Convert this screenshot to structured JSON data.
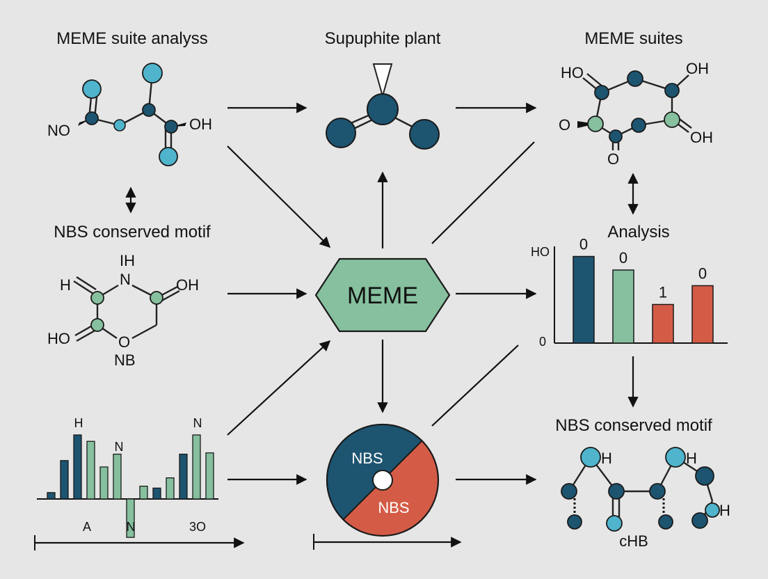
{
  "colors": {
    "background": "#e6e6e6",
    "dark_teal": "#1d5470",
    "light_blue": "#4fb4cc",
    "sage": "#86c09e",
    "red": "#d45c47",
    "black": "#111111"
  },
  "top_left": {
    "title": "MEME suite analyss",
    "atoms": {
      "no": "NO",
      "oh": "OH"
    }
  },
  "top_center": {
    "title": "Supuphite plant"
  },
  "top_right": {
    "title": "MEME suites",
    "atoms": {
      "ho": "HO",
      "oh_top": "OH",
      "o_left": "O",
      "o_bottom": "O",
      "oh_right": "OH"
    }
  },
  "mid_left": {
    "title": "NBS conserved motif",
    "atoms": {
      "ih": "IH",
      "n": "N",
      "h": "H",
      "oh": "OH",
      "ho": "HO",
      "o": "O",
      "nb": "NB"
    }
  },
  "center": {
    "hub_label": "MEME"
  },
  "mid_right": {
    "title": "Analysis",
    "chart_data": {
      "type": "bar",
      "ylabel": "HO",
      "y_zero_label": "0",
      "values": [
        0.83,
        0.7,
        0.37,
        0.55
      ],
      "value_labels": [
        "0",
        "0",
        "1",
        "0"
      ],
      "series_colors": [
        "#1d5470",
        "#86c09e",
        "#d45c47",
        "#d45c47"
      ]
    }
  },
  "bottom_left": {
    "letters": {
      "h": "H",
      "n_mid": "N",
      "n_right": "N"
    },
    "chart_data": {
      "type": "bar",
      "values": [
        0.1,
        0.6,
        1.0,
        0.9,
        0.5,
        0.7,
        -0.6,
        0.2,
        0.17,
        0.33,
        0.7,
        1.0,
        0.72
      ],
      "x_labels": [
        "A",
        "N",
        "3O"
      ]
    }
  },
  "bottom_center": {
    "slice_top": "NBS",
    "slice_bottom": "NBS"
  },
  "bottom_right": {
    "title": "NBS conserved motif",
    "atoms": {
      "h1": "H",
      "h2": "H",
      "h3": "H",
      "chb": "cHB"
    }
  }
}
